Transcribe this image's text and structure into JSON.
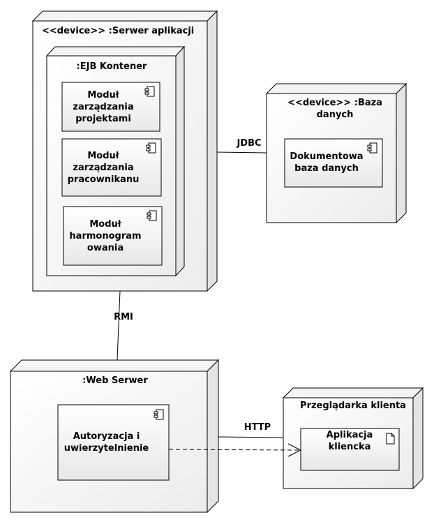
{
  "nodes": {
    "app_server": {
      "title": "<<device>> :Serwer aplikacji"
    },
    "ejb_container": {
      "title": ":EJB Kontener"
    },
    "db_server": {
      "title": "<<device>> :Baza\ndanych"
    },
    "web_server": {
      "title": ":Web Serwer"
    },
    "client_browser": {
      "title": "Przeglądarka klienta"
    }
  },
  "components": {
    "project_module": {
      "label": "Moduł\nzarządzania\nprojektami"
    },
    "employee_module": {
      "label": "Moduł\nzarządzania\npracownikanu"
    },
    "schedule_module": {
      "label": "Moduł\nharmonogram\nowania"
    },
    "document_db": {
      "label": "Dokumentowa\nbaza danych"
    },
    "auth": {
      "label": "Autoryzacja i\nuwierzytelnienie"
    },
    "client_app": {
      "label": "Aplikacja\nkliencka"
    }
  },
  "connections": {
    "jdbc": "JDBC",
    "rmi": "RMI",
    "http": "HTTP"
  }
}
